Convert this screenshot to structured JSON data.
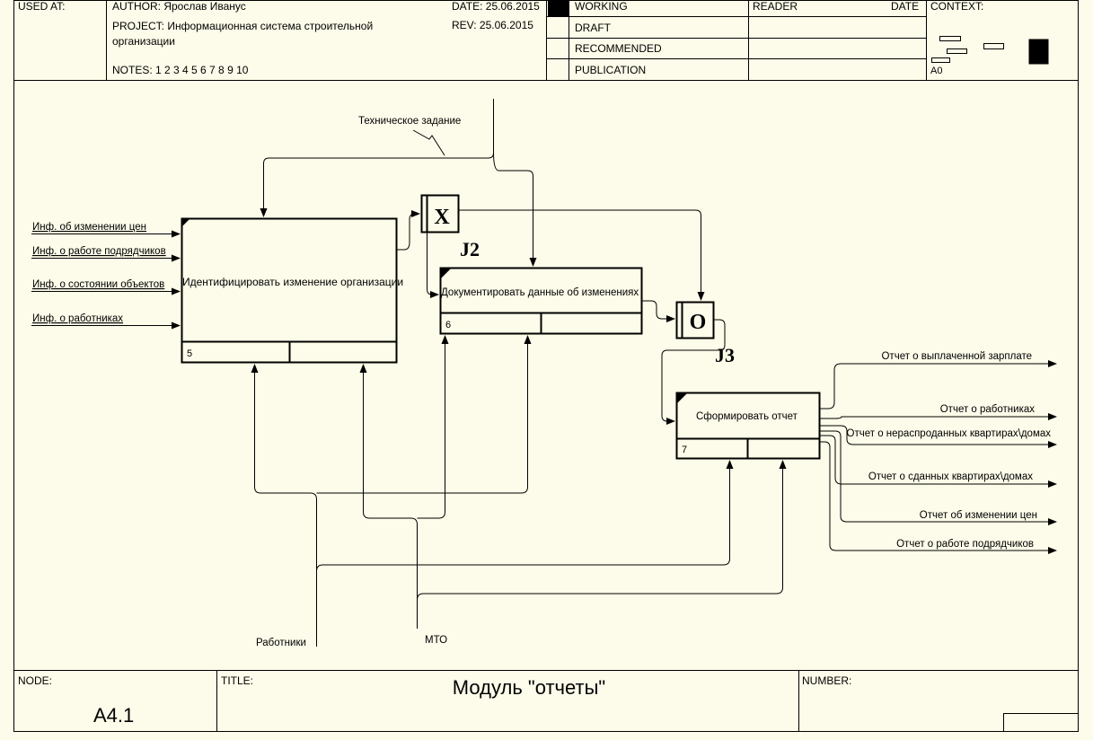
{
  "header": {
    "used_at": "USED AT:",
    "author": "AUTHOR:  Ярослав Иванус",
    "project_line1": "PROJECT:  Информационная система строительной",
    "project_line2": "организации",
    "notes": "NOTES:  1  2  3  4  5  6  7  8  9  10",
    "date": "DATE:  25.06.2015",
    "rev": "REV:     25.06.2015",
    "status": [
      "WORKING",
      "DRAFT",
      "RECOMMENDED",
      "PUBLICATION"
    ],
    "reader": "READER",
    "reader_date": "DATE",
    "context": "CONTEXT:",
    "context_node": "A0"
  },
  "boxes": [
    {
      "id": "box-5",
      "label": "Идентифицировать изменение организации",
      "number": "5"
    },
    {
      "id": "box-6",
      "label": "Документировать данные об изменениях",
      "number": "6"
    },
    {
      "id": "box-7",
      "label": "Сформировать отчет",
      "number": "7"
    }
  ],
  "junctions": [
    {
      "id": "j2",
      "symbol": "X",
      "label": "J2"
    },
    {
      "id": "j3",
      "symbol": "O",
      "label": "J3"
    }
  ],
  "inputs": [
    "Инф. об изменении цен",
    "Инф. о работе подрядчиков",
    "Инф. о состоянии объектов",
    "Инф. о работниках"
  ],
  "control": "Техническое задание",
  "mechanisms": [
    "Работники",
    "МТО"
  ],
  "outputs": [
    "Отчет о выплаченной зарплате",
    "Отчет о работниках",
    "Отчет о нераспроданных квартирах\\домах",
    "Отчет о сданных квартирах\\домах",
    "Отчет об изменении цен",
    "Отчет о работе подрядчиков"
  ],
  "footer": {
    "node_label": "NODE:",
    "node_value": "A4.1",
    "title_label": "TITLE:",
    "title_value": "Модуль \"отчеты\"",
    "number_label": "NUMBER:"
  }
}
